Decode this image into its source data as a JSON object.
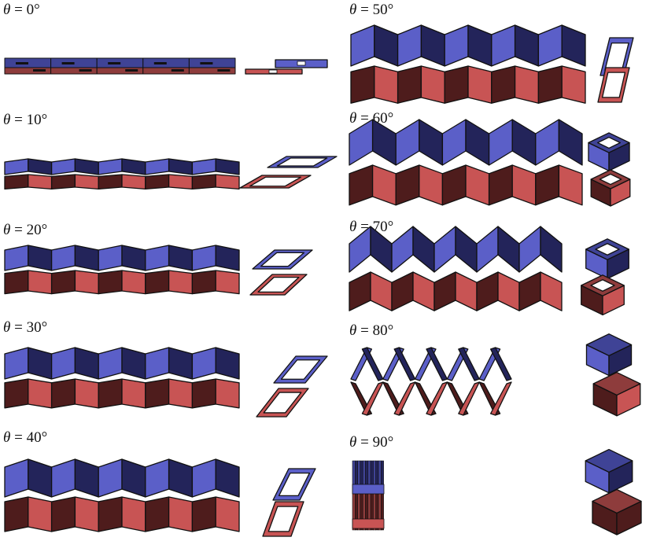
{
  "symbol": "θ",
  "eq": " = ",
  "unit": "°",
  "colors": {
    "blue_light": "#5b5fc8",
    "blue_mid": "#3f4396",
    "blue_dark": "#23245a",
    "red_light": "#c85454",
    "red_mid": "#8e3c3c",
    "red_dark": "#4e1c1c",
    "edge": "#111111"
  },
  "panels": [
    {
      "angle": 0,
      "label": "0"
    },
    {
      "angle": 10,
      "label": "10"
    },
    {
      "angle": 20,
      "label": "20"
    },
    {
      "angle": 30,
      "label": "30"
    },
    {
      "angle": 40,
      "label": "40"
    },
    {
      "angle": 50,
      "label": "50"
    },
    {
      "angle": 60,
      "label": "60"
    },
    {
      "angle": 70,
      "label": "70"
    },
    {
      "angle": 80,
      "label": "80"
    },
    {
      "angle": 90,
      "label": "90"
    }
  ]
}
